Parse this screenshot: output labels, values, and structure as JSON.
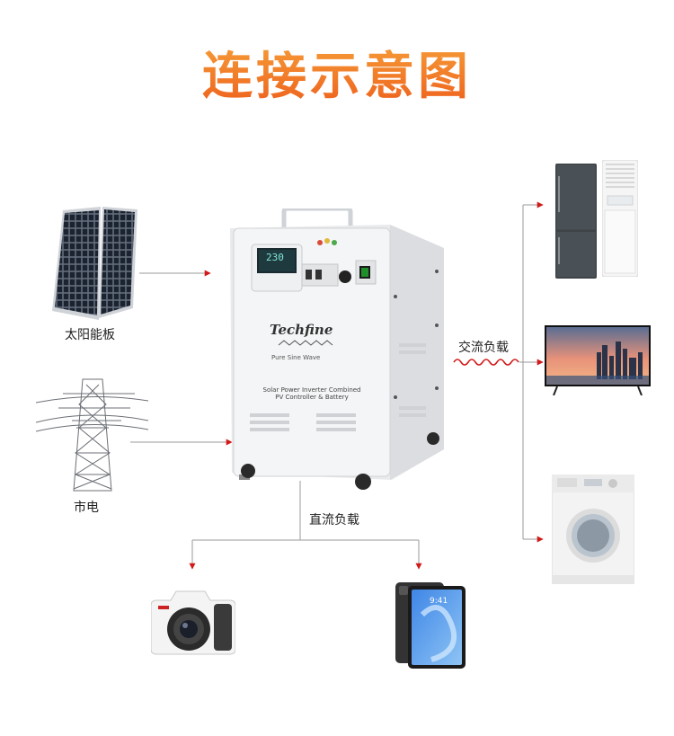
{
  "title": "连接示意图",
  "sources": {
    "solar_label": "太阳能板",
    "grid_label": "市电"
  },
  "unit": {
    "brand": "Techfine",
    "wave_text": "Pure Sine Wave",
    "desc_line1": "Solar Power Inverter Combined",
    "desc_line2": "PV Controller & Battery",
    "display_value": "230"
  },
  "loads": {
    "ac_label": "交流负载",
    "dc_label": "直流负载",
    "tablet_time": "9:41"
  },
  "colors": {
    "arrow": "#d21a1a",
    "line": "#9a9a9a",
    "title_top": "#f6a23a",
    "title_bottom": "#ee5f1c"
  }
}
